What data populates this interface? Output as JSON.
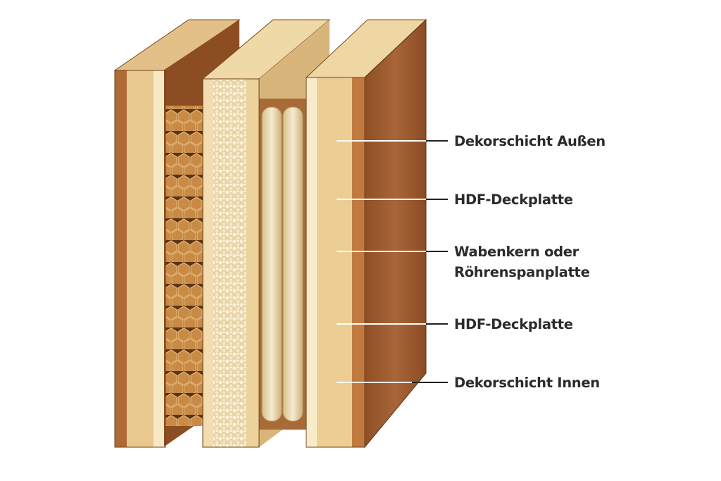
{
  "labels": [
    {
      "text": "Dekorschicht Außen"
    },
    {
      "text": "HDF-Deckplatte"
    },
    {
      "text": "Wabenkern oder",
      "text2": "Röhrenspanplatte"
    },
    {
      "text": "HDF-Deckplatte"
    },
    {
      "text": "Dekorschicht Innen"
    }
  ],
  "colors": {
    "dark_wood": "#9a5a2c",
    "light_wood": "#e9c98f",
    "cream": "#f6e6bf",
    "edge": "#c27a3e",
    "text": "#2b2b2b"
  }
}
